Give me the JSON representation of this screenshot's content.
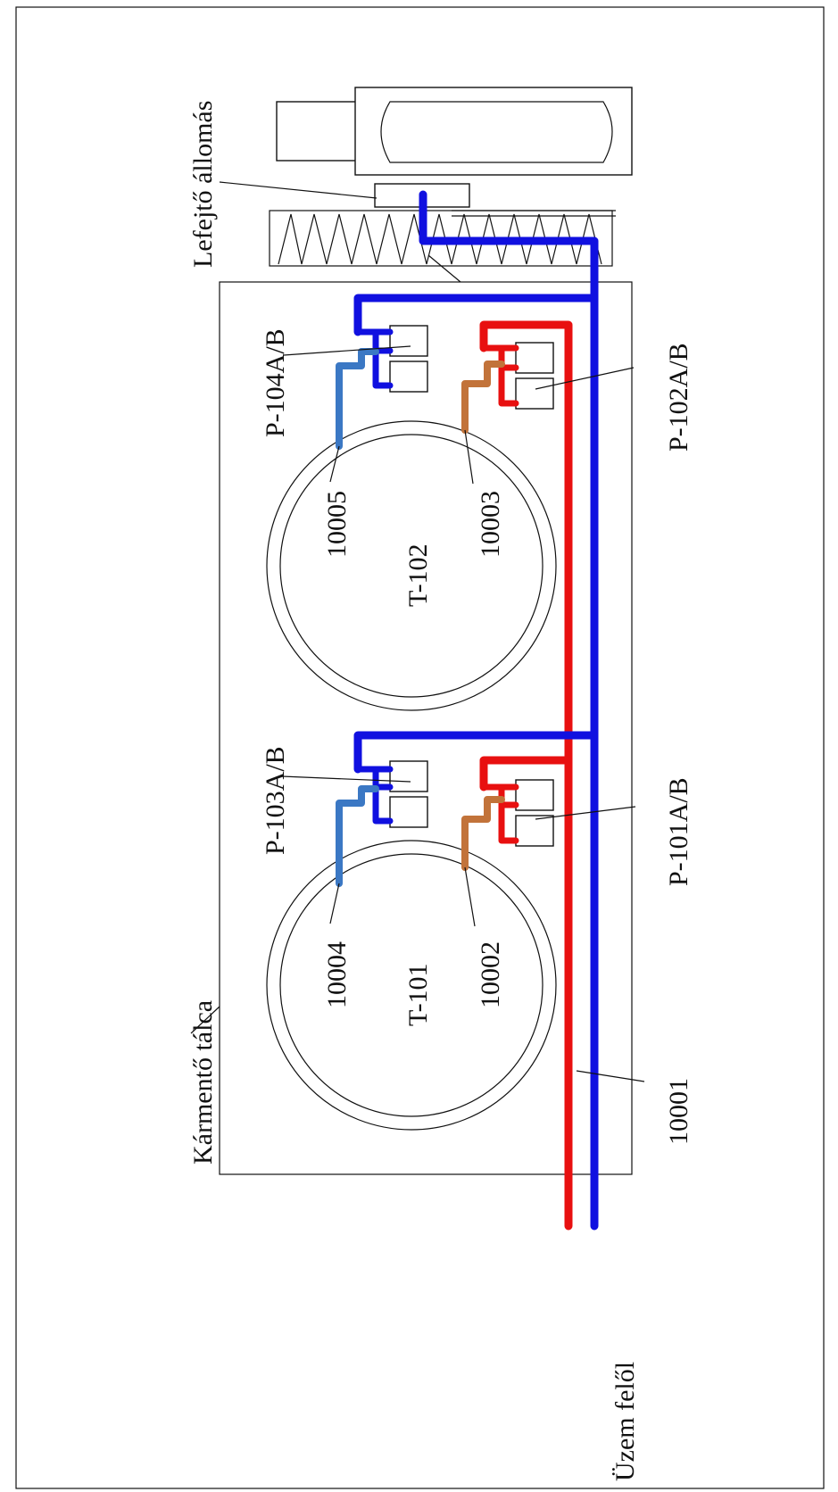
{
  "labels": {
    "station": "Lefejtő állomás",
    "tray": "Kármentő tálca",
    "inlet": "Üzem felől",
    "tank_left": "T-101",
    "tank_right": "T-102",
    "pump_p104": "P-104A/B",
    "pump_p102": "P-102A/B",
    "pump_p103": "P-103A/B",
    "pump_p101": "P-101A/B",
    "line_10005": "10005",
    "line_10003": "10003",
    "line_10004": "10004",
    "line_10002": "10002",
    "line_10001": "10001"
  },
  "colors": {
    "blue_line": "#1010e0",
    "red_line": "#e81010",
    "light_blue_line": "#3b78c4",
    "brown_line": "#c2733a",
    "frame": "#111111"
  }
}
